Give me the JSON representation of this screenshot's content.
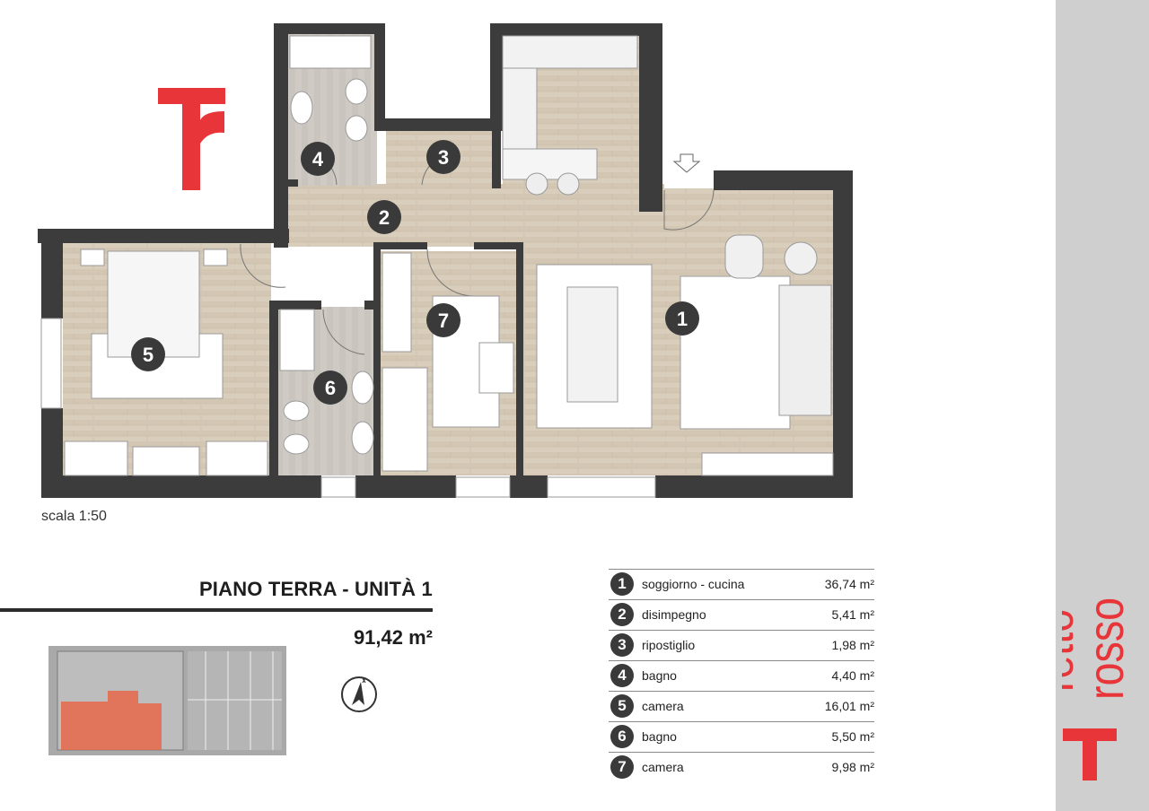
{
  "brand": {
    "word_line1": "Tetto",
    "word_line2": "rosso",
    "accent_color": "#e8353a",
    "strip_color": "#cfcfcf",
    "logo_icon": "r-monogram-icon"
  },
  "plan": {
    "scale_label": "scala 1:50",
    "room_markers": [
      "1",
      "2",
      "3",
      "4",
      "5",
      "6",
      "7"
    ]
  },
  "unit": {
    "title": "PIANO TERRA - UNITÀ 1",
    "area": "91,42 m²"
  },
  "compass": {
    "icon": "north-arrow-icon"
  },
  "keyplan": {
    "highlight_color": "#e8694a"
  },
  "rooms": [
    {
      "num": "1",
      "name": "soggiorno - cucina",
      "area": "36,74 m²"
    },
    {
      "num": "2",
      "name": "disimpegno",
      "area": "5,41 m²"
    },
    {
      "num": "3",
      "name": "ripostiglio",
      "area": "1,98 m²"
    },
    {
      "num": "4",
      "name": "bagno",
      "area": "4,40 m²"
    },
    {
      "num": "5",
      "name": "camera",
      "area": "16,01 m²"
    },
    {
      "num": "6",
      "name": "bagno",
      "area": "5,50 m²"
    },
    {
      "num": "7",
      "name": "camera",
      "area": "9,98 m²"
    }
  ]
}
